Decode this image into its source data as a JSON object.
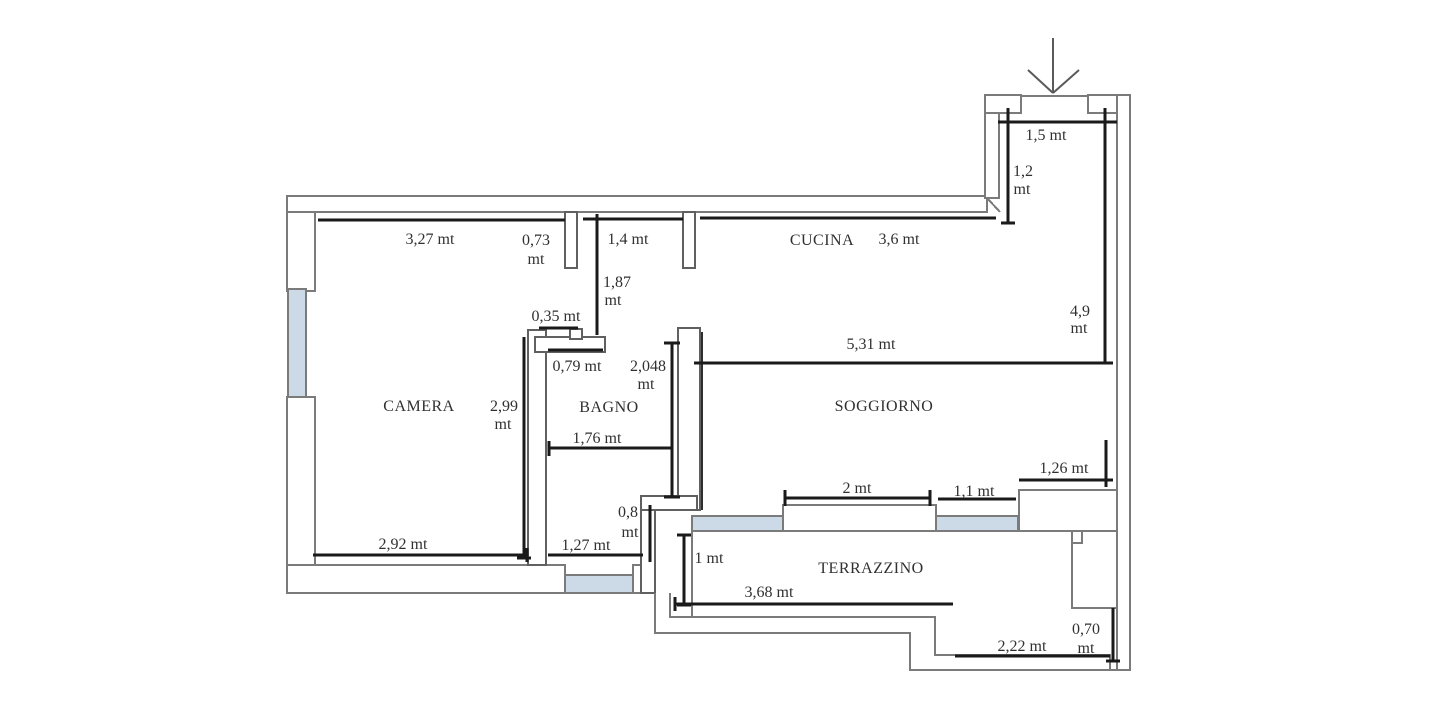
{
  "colors": {
    "background": "#ffffff",
    "wall_outline": "#7b7b7b",
    "partition_outline": "#606060",
    "dimension_line": "#1a1a1a",
    "window_fill": "#ccd9e6",
    "label_text": "#303030"
  },
  "icons": {
    "entrance_arrow": "arrow-down"
  },
  "rooms": {
    "camera": "CAMERA",
    "bagno": "BAGNO",
    "cucina": "CUCINA",
    "soggiorno": "SOGGIORNO",
    "terrazzino": "TERRAZZINO"
  },
  "dimensions": {
    "camera_top_width": "3,27 mt",
    "camera_door_gap": {
      "value": "0,73",
      "unit": "mt"
    },
    "hall_top_width": "1,4 mt",
    "hall_depth": {
      "value": "1,87",
      "unit": "mt"
    },
    "camera_door_width": "0,35 mt",
    "bagno_door_width": "0,79 mt",
    "bagno_height": {
      "value": "2,048",
      "unit": "mt"
    },
    "camera_height": {
      "value": "2,99",
      "unit": "mt"
    },
    "bagno_width": "1,76 mt",
    "camera_bottom_width": "2,92 mt",
    "bagno_bottom_width": "1,27 mt",
    "bagno_step_height": {
      "value": "0,8",
      "unit": "mt"
    },
    "cucina_width": "3,6 mt",
    "entrance_width": "1,5 mt",
    "entrance_depth": {
      "value": "1,2",
      "unit": "mt"
    },
    "right_side_height": {
      "value": "4,9",
      "unit": "mt"
    },
    "soggiorno_width": "5,31 mt",
    "soggiorno_niche_width": "1,26 mt",
    "balcony_door_width": "2 mt",
    "balcony_window_width": "1,1 mt",
    "terrazzino_depth": "1 mt",
    "terrazzino_width": "3,68 mt",
    "terrazzino_right_width": "2,22 mt",
    "terrazzino_notch_width": {
      "value": "0,70",
      "unit": "mt"
    }
  }
}
